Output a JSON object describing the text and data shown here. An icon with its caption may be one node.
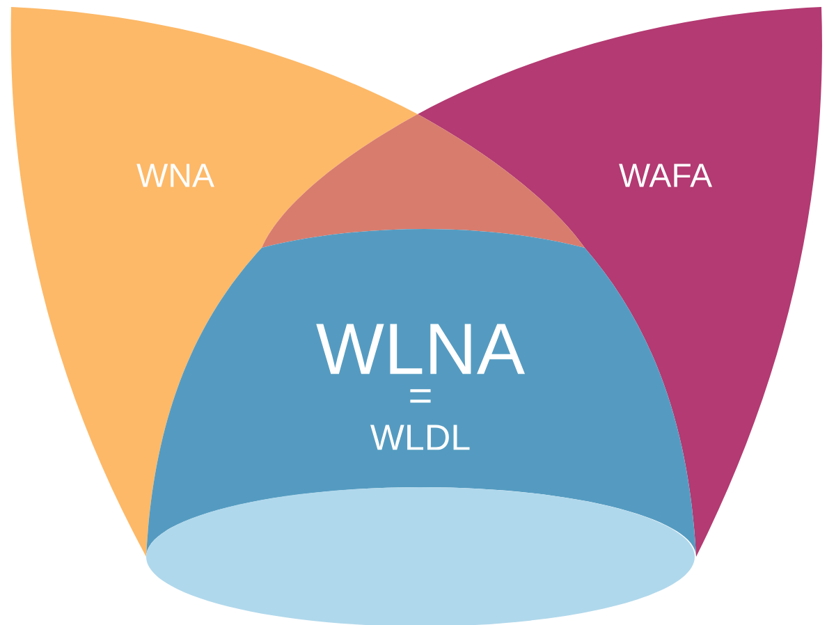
{
  "diagram": {
    "nodes": [
      {
        "text": [
          "WNA"
        ]
      },
      {
        "text": [
          "WAFA"
        ]
      },
      {
        "text": [],
        "shape": "triangle"
      },
      {
        "text": [
          "WLNA",
          "=",
          "WLDL"
        ]
      },
      {
        "text": [],
        "shape": "ellipse"
      }
    ]
  }
}
